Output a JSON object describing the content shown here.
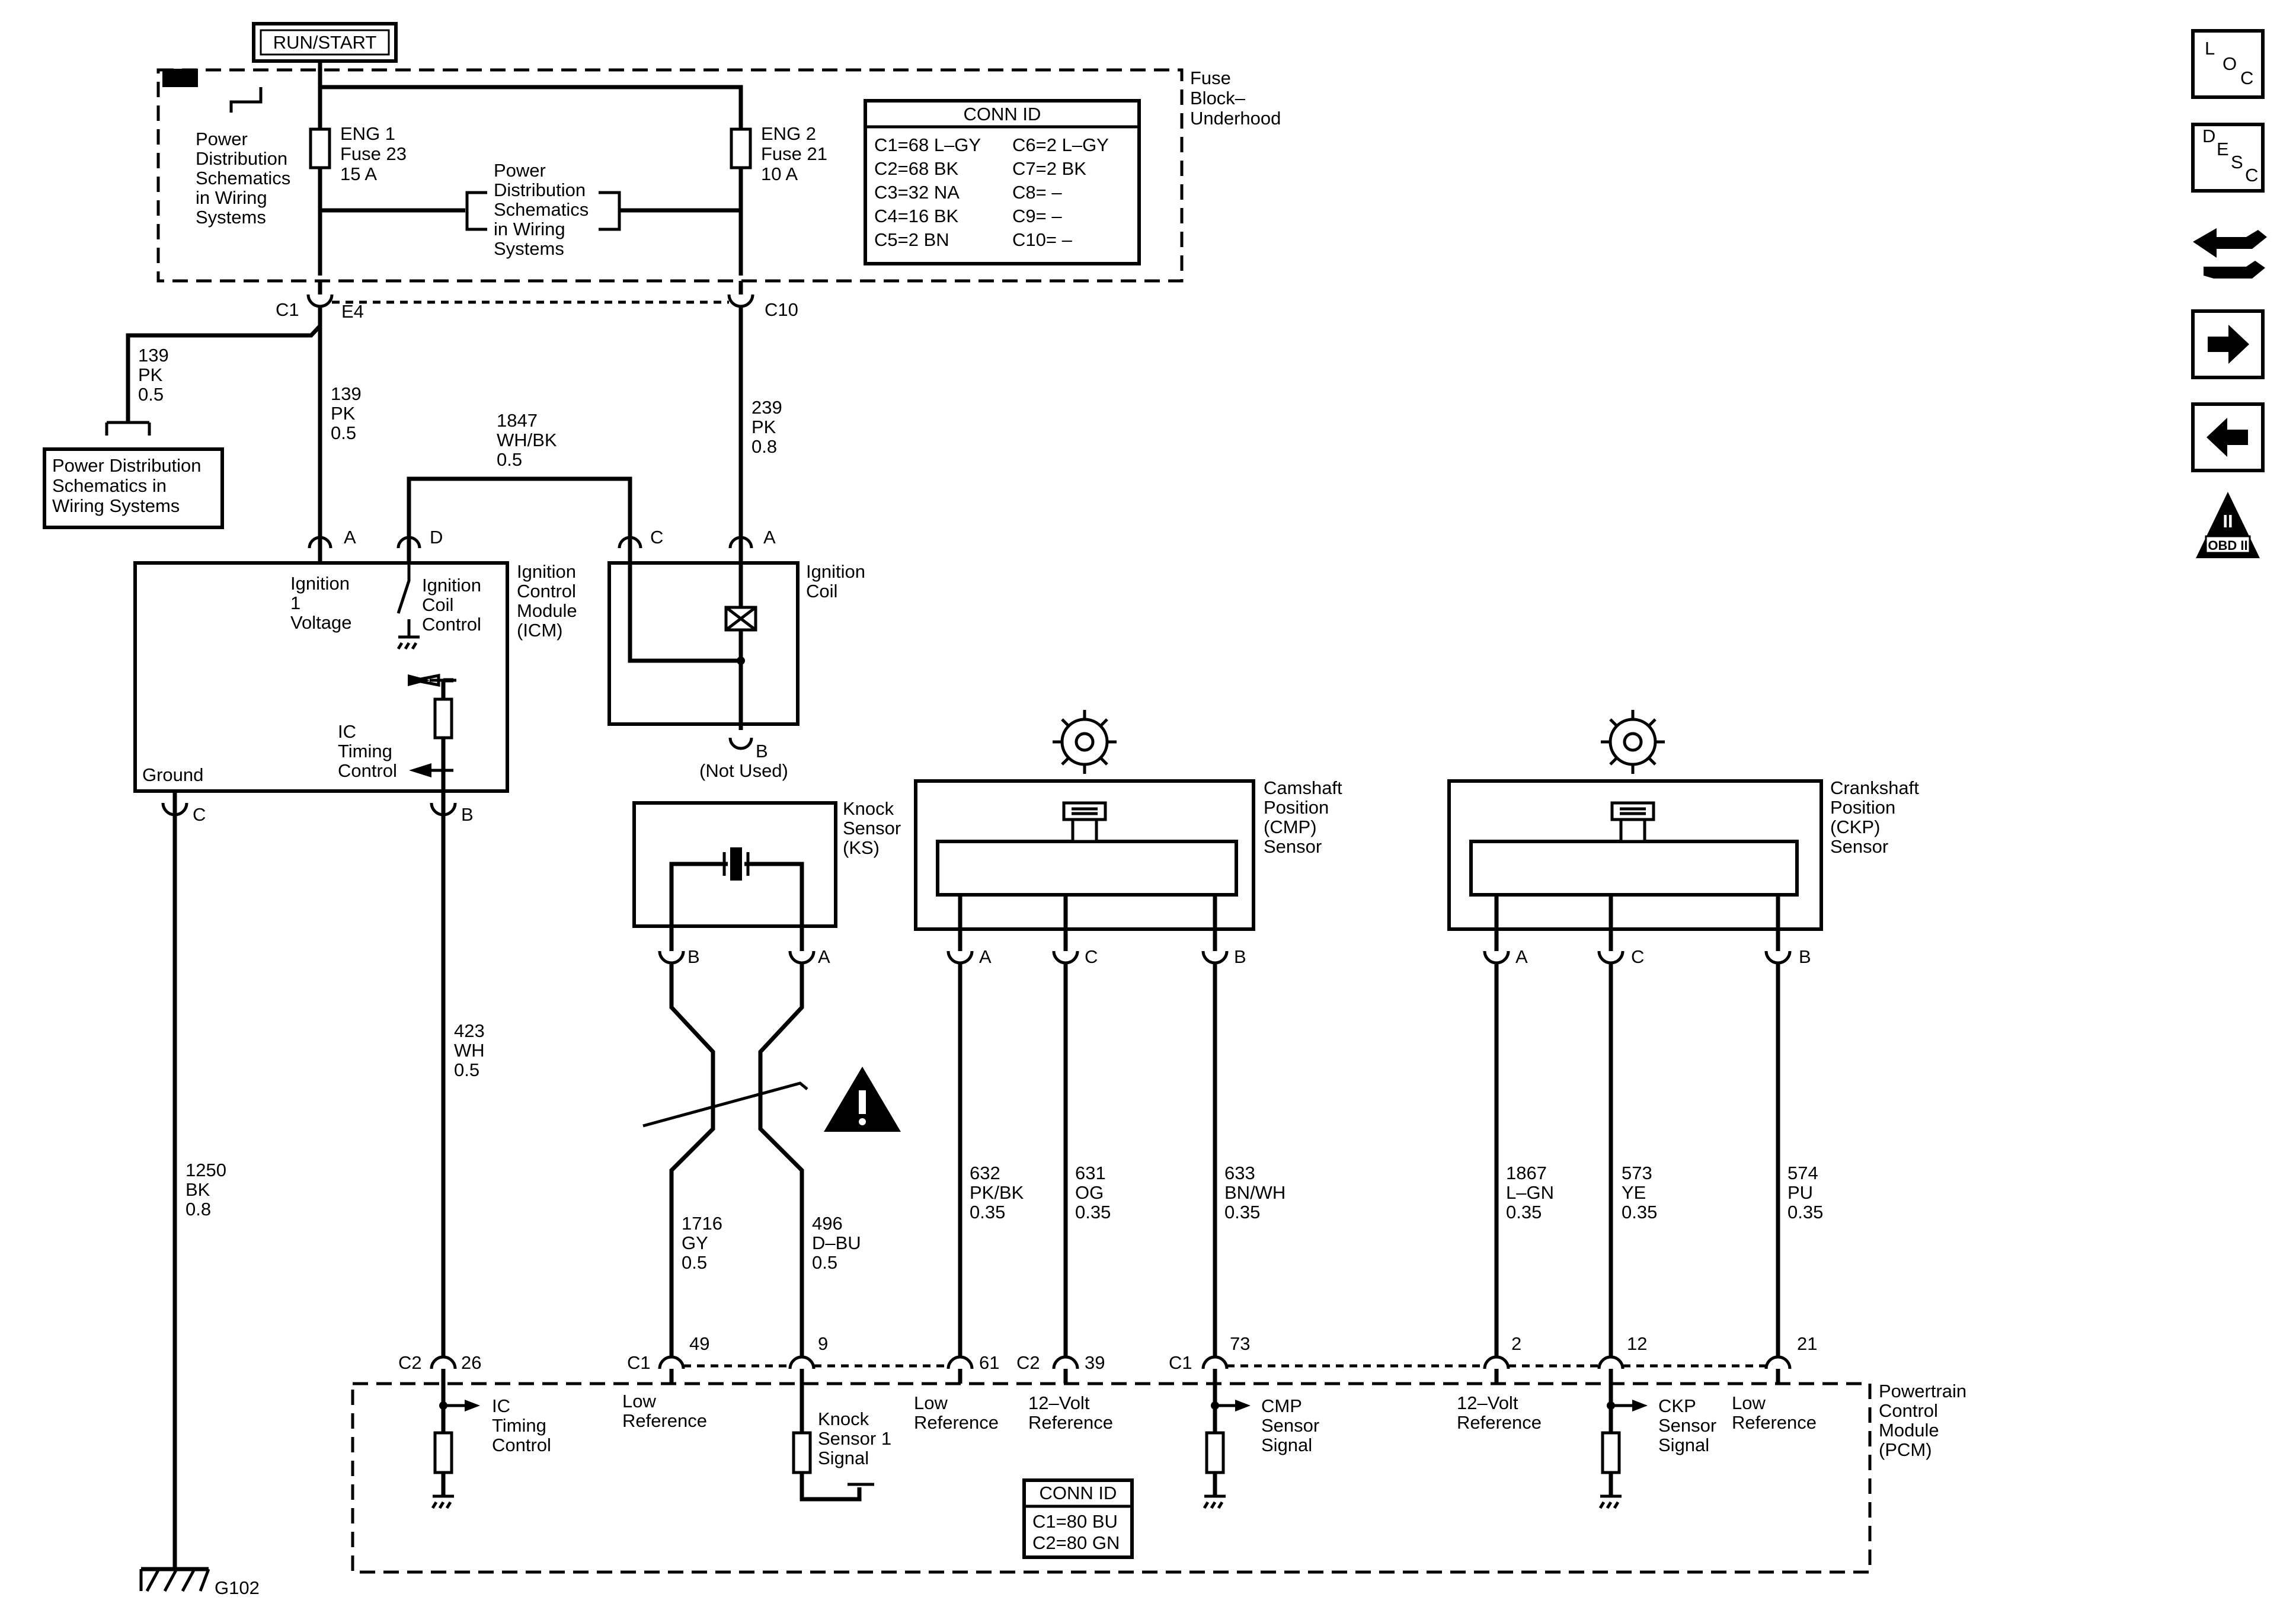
{
  "power": {
    "label": "RUN/START"
  },
  "fuse_block": {
    "label": [
      "Fuse",
      "Block–",
      "Underhood"
    ],
    "fuse1": [
      "ENG 1",
      "Fuse 23",
      "15 A"
    ],
    "fuse2": [
      "ENG 2",
      "Fuse 21",
      "10 A"
    ],
    "pds_left": [
      "Power",
      "Distribution",
      "Schematics",
      "in Wiring",
      "Systems"
    ],
    "pds_mid": [
      "Power",
      "Distribution",
      "Schematics",
      "in Wiring",
      "Systems"
    ],
    "conn_title": "CONN ID",
    "conn_left": [
      "C1=68 L–GY",
      "C2=68 BK",
      "C3=32 NA",
      "C4=16 BK",
      "C5=2 BN"
    ],
    "conn_right": [
      "C6=2 L–GY",
      "C7=2 BK",
      "C8= –",
      "C9= –",
      "C10= –"
    ]
  },
  "connectors": {
    "c1": "C1",
    "e4": "E4",
    "c10": "C10"
  },
  "pds_box": [
    "Power Distribution",
    "Schematics in",
    "Wiring Systems"
  ],
  "wires": {
    "w139a": [
      "139",
      "PK",
      "0.5"
    ],
    "w139b": [
      "139",
      "PK",
      "0.5"
    ],
    "w1847": [
      "1847",
      "WH/BK",
      "0.5"
    ],
    "w239": [
      "239",
      "PK",
      "0.8"
    ],
    "w423": [
      "423",
      "WH",
      "0.5"
    ],
    "w1250": [
      "1250",
      "BK",
      "0.8"
    ],
    "w1716": [
      "1716",
      "GY",
      "0.5"
    ],
    "w496": [
      "496",
      "D–BU",
      "0.5"
    ],
    "w632": [
      "632",
      "PK/BK",
      "0.35"
    ],
    "w631": [
      "631",
      "OG",
      "0.35"
    ],
    "w633": [
      "633",
      "BN/WH",
      "0.35"
    ],
    "w1867": [
      "1867",
      "L–GN",
      "0.35"
    ],
    "w573": [
      "573",
      "YE",
      "0.35"
    ],
    "w574": [
      "574",
      "PU",
      "0.35"
    ]
  },
  "icm": {
    "label": [
      "Ignition",
      "Control",
      "Module",
      "(ICM)"
    ],
    "pin_a": "A",
    "pin_d": "D",
    "pin_c": "C",
    "pin_b": "B",
    "ign_voltage": [
      "Ignition",
      "1",
      "Voltage"
    ],
    "coil_control": [
      "Ignition",
      "Coil",
      "Control"
    ],
    "timing": [
      "IC",
      "Timing",
      "Control"
    ],
    "ground": "Ground"
  },
  "coil": {
    "label": [
      "Ignition",
      "Coil"
    ],
    "pin_c": "C",
    "pin_a": "A",
    "pin_b": [
      "B",
      "(Not Used)"
    ]
  },
  "ks": {
    "label": [
      "Knock",
      "Sensor",
      "(KS)"
    ],
    "pin_b": "B",
    "pin_a": "A"
  },
  "cmp": {
    "label": [
      "Camshaft",
      "Position",
      "(CMP)",
      "Sensor"
    ],
    "pins": [
      "A",
      "C",
      "B"
    ]
  },
  "ckp": {
    "label": [
      "Crankshaft",
      "Position",
      "(CKP)",
      "Sensor"
    ],
    "pins": [
      "A",
      "C",
      "B"
    ]
  },
  "pcm": {
    "label": [
      "Powertrain",
      "Control",
      "Module",
      "(PCM)"
    ],
    "c2": "C2",
    "c2b": "C2",
    "c1a": "C1",
    "c1b": "C1",
    "pins": [
      "26",
      "49",
      "9",
      "61",
      "39",
      "73",
      "2",
      "12",
      "21"
    ],
    "ic_timing": [
      "IC",
      "Timing",
      "Control"
    ],
    "low_ref1": [
      "Low",
      "Reference"
    ],
    "ks_signal": [
      "Knock",
      "Sensor 1",
      "Signal"
    ],
    "low_ref2": [
      "Low",
      "Reference"
    ],
    "volt_ref1": [
      "12–Volt",
      "Reference"
    ],
    "cmp_signal": [
      "CMP",
      "Sensor",
      "Signal"
    ],
    "volt_ref2": [
      "12–Volt",
      "Reference"
    ],
    "ckp_signal": [
      "CKP",
      "Sensor",
      "Signal"
    ],
    "low_ref3": [
      "Low",
      "Reference"
    ],
    "conn_title": "CONN ID",
    "conn": [
      "C1=80 BU",
      "C2=80 GN"
    ]
  },
  "ground": {
    "label": "G102"
  },
  "nav": {
    "loc": [
      "L",
      "O",
      "C"
    ],
    "desc": [
      "D",
      "E",
      "S",
      "C"
    ],
    "obd": [
      "II",
      "OBD II"
    ],
    "icons": [
      "loc-icon",
      "desc-icon",
      "schematic-icon",
      "forward-arrow-icon",
      "back-arrow-icon",
      "obd-ii-icon"
    ]
  }
}
